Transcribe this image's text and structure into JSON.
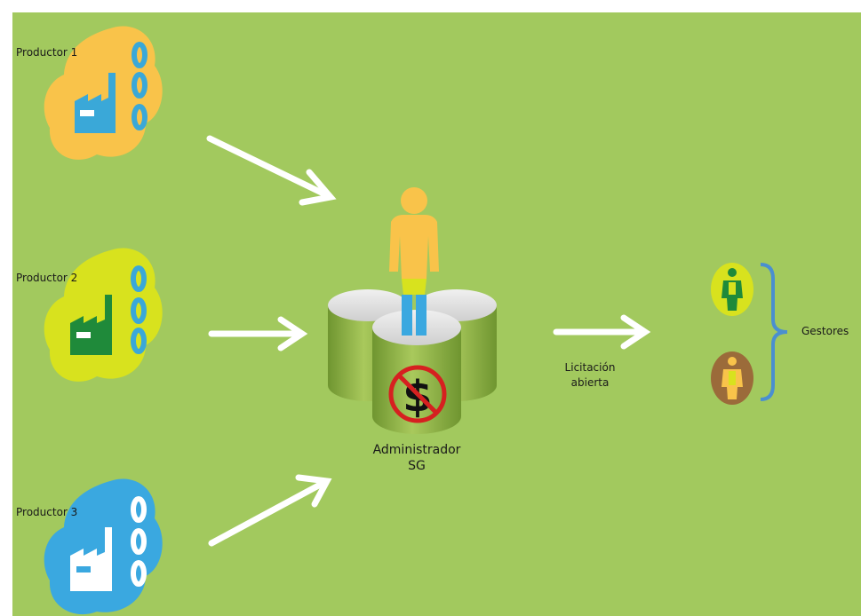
{
  "producers": [
    {
      "label": "Productor 1",
      "blob_color": "#f9c34a",
      "factory_color": "#3aa8d8",
      "tire_color": "#3aa8d8"
    },
    {
      "label": "Productor 2",
      "blob_color": "#d8e21e",
      "factory_color": "#1f8a3a",
      "tire_color": "#3aa8d8"
    },
    {
      "label": "Productor 3",
      "blob_color": "#3aa8e0",
      "factory_color": "#ffffff",
      "tire_color": "#ffffff"
    }
  ],
  "admin": {
    "line1": "Administrador",
    "line2": "SG",
    "cylinder_color": "#8cb044",
    "no_money_symbol": "$"
  },
  "tender": {
    "line1": "Licitación",
    "line2": "abierta"
  },
  "managers": {
    "label": "Gestores",
    "icons": [
      {
        "color": "#d8e21e"
      },
      {
        "color": "#9b6b3a"
      }
    ]
  },
  "colors": {
    "background": "#a2c95e",
    "arrow": "#ffffff",
    "brace": "#4a8fd0"
  }
}
